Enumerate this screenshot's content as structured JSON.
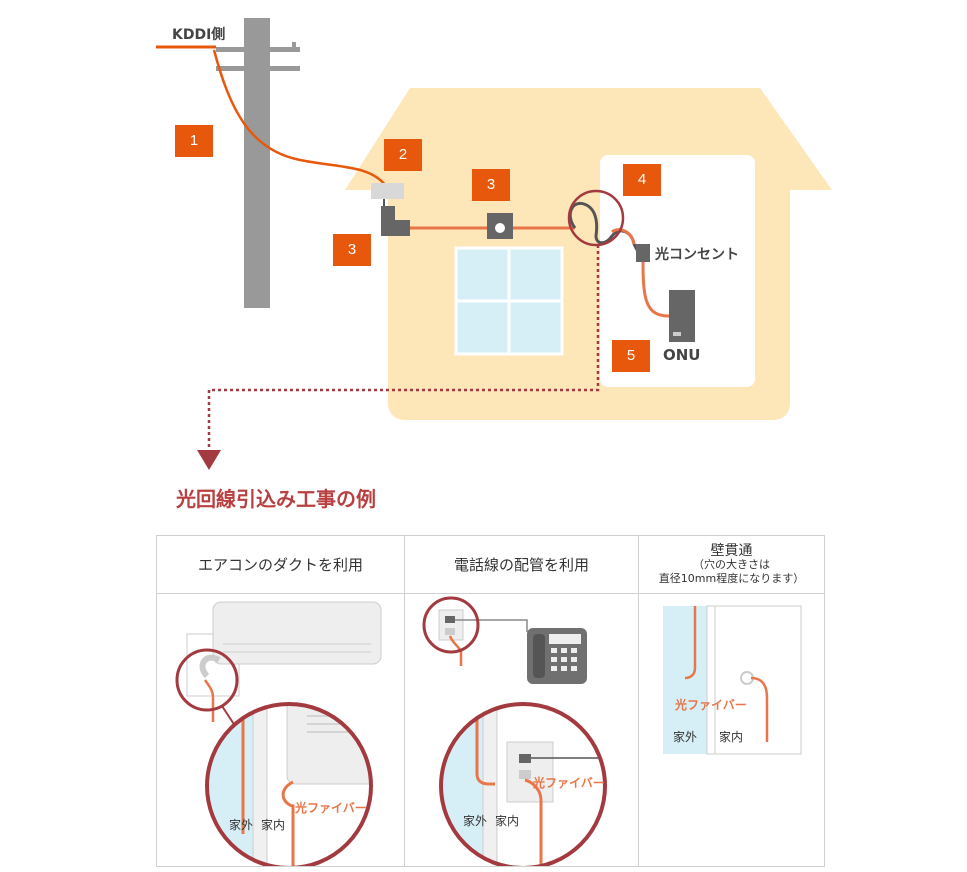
{
  "top_diagram": {
    "pole_label": "KDDI側",
    "steps": [
      "1",
      "2",
      "3",
      "3",
      "4",
      "5"
    ],
    "outlet_label": "光コンセント",
    "onu_label": "ONU"
  },
  "section_title": "光回線引込み工事の例",
  "methods": [
    {
      "title": "エアコンのダクトを利用",
      "outside_label": "家外",
      "inside_label": "家内",
      "fiber_label": "光ファイバー"
    },
    {
      "title": "電話線の配管を利用",
      "outside_label": "家外",
      "inside_label": "家内",
      "fiber_label": "光ファイバー"
    },
    {
      "title": "壁貫通",
      "note_line1": "（穴の大きさは",
      "note_line2": "直径10mm程度になります）",
      "outside_label": "家外",
      "inside_label": "家内",
      "fiber_label": "光ファイバー"
    }
  ],
  "colors": {
    "fiber": "#e8764a",
    "step_tag": "#e8580c",
    "house": "#fde6b8",
    "highlight_circle": "#a33a3f",
    "heading": "#b84041"
  },
  "icons": [
    "utility-pole",
    "house",
    "window",
    "wall-outlet",
    "onu-device",
    "air-conditioner",
    "telephone",
    "magnify-circle",
    "down-arrow"
  ]
}
